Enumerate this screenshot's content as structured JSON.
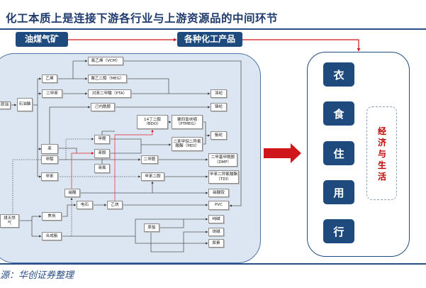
{
  "title": "化工本质上是连接下游各行业与上游资源品的中间环节",
  "header": {
    "left_label": "油煤气矿",
    "right_label": "各种化工产品"
  },
  "nodes": {
    "crude": "原油",
    "naphtha": "石油脑",
    "ethylene": "乙烯",
    "xylene": "二甲苯",
    "benzene": "苯",
    "methanol": "甲醇",
    "toluene": "甲苯",
    "vcm": "氯乙烯（VCM）",
    "meg": "聚乙二醇（MEG）",
    "pta": "对苯二甲酸（PTA）",
    "caprolactam": "己内酰胺",
    "formaldehyde": "甲醛",
    "aniline": "苯胺",
    "chlorine": "液氯",
    "bdo": "14丁二醇（BDO）",
    "ptmeg": "聚四氢呋喃（PTMEG）",
    "mdi": "二苯甲烷二异氰酸酯（MDI）",
    "dimethylamine": "二甲胺",
    "tda": "甲苯二胺",
    "polyester": "涤纶",
    "nylon": "锦纶",
    "spandex": "氨纶",
    "dmf": "二甲基甲酰胺（DMF）",
    "tdi": "甲苯二异氰酸酯（TDI）",
    "nitric_acid": "硝酸",
    "calcium_carbide": "电石",
    "acetylene": "乙炔",
    "ammonium_nitrate": "硝酸铵",
    "pvc": "PVC",
    "coal_gas": "煤天然气",
    "coke": "焦炭",
    "ammonia": "合成氨",
    "salt": "原盐",
    "soda_ash": "纯碱",
    "caustic_soda": "烧碱",
    "urea": "尿素"
  },
  "downstream": {
    "items": [
      "衣",
      "食",
      "住",
      "用",
      "行"
    ],
    "label": "经济与生活"
  },
  "source": "源：华创证券整理",
  "colors": {
    "brand_blue": "#1f4a7e",
    "panel_fill": "#dce6f2",
    "accent_red": "#d0161b"
  }
}
